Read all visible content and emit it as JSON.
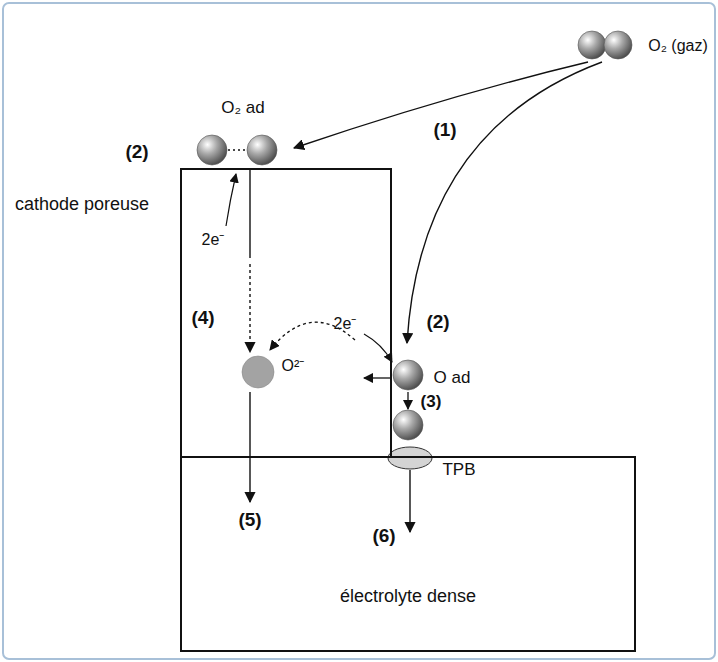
{
  "diagram": {
    "nodes": [
      {
        "text": [
          "cathode poreuse"
        ]
      },
      {
        "text": [
          "électrolyte dense"
        ]
      }
    ],
    "labels": [
      "O₂ (gaz)",
      "(1)",
      "O₂ ad",
      "(2)",
      "2e⁻",
      "(2)",
      "2e⁻",
      "O ad",
      "(4)",
      "O²⁻",
      "(3)",
      "TPB",
      "(5)",
      "(6)"
    ]
  }
}
